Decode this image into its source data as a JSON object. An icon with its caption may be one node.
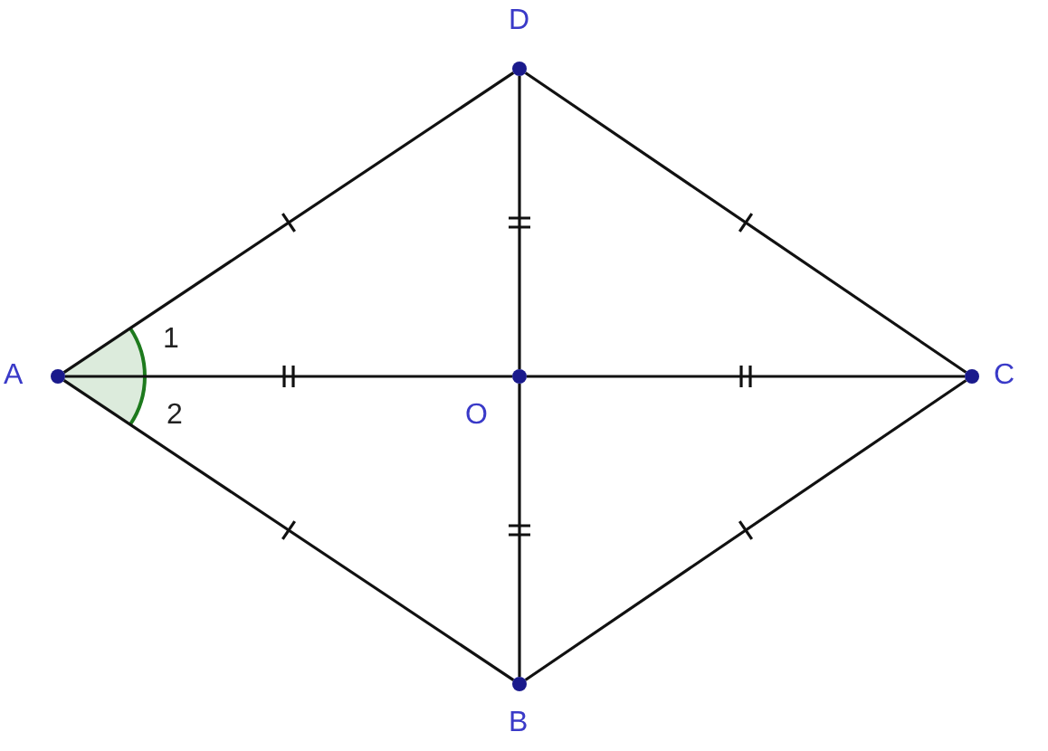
{
  "diagram": {
    "nodes": [
      {
        "text": [
          "D"
        ]
      },
      {
        "text": [
          "A"
        ]
      },
      {
        "text": [
          "O"
        ]
      },
      {
        "text": [
          "C"
        ]
      },
      {
        "text": [
          "B"
        ]
      }
    ],
    "edges": [
      {
        "from": 1,
        "to": 0,
        "arrow": "none"
      },
      {
        "from": 0,
        "to": 3,
        "arrow": "none"
      },
      {
        "from": 3,
        "to": 4,
        "arrow": "none"
      },
      {
        "from": 4,
        "to": 1,
        "arrow": "none"
      },
      {
        "from": 1,
        "to": 2,
        "arrow": "none"
      },
      {
        "from": 2,
        "to": 3,
        "arrow": "none"
      },
      {
        "from": 0,
        "to": 2,
        "arrow": "none"
      },
      {
        "from": 2,
        "to": 4,
        "arrow": "none"
      }
    ],
    "labels": [
      "1",
      "2"
    ]
  }
}
